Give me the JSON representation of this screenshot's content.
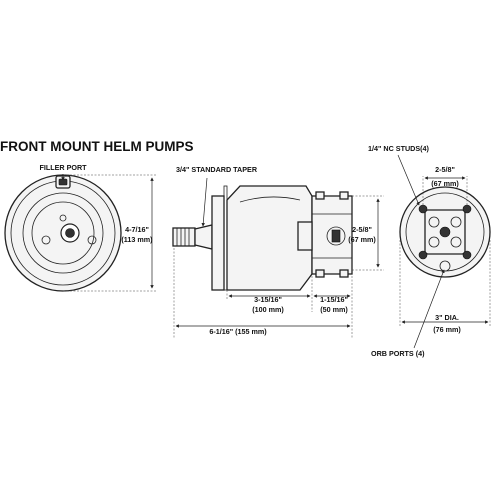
{
  "title": "FRONT MOUNT HELM PUMPS",
  "front_view": {
    "filler_port_label": "FILLER PORT",
    "height_imperial": "4-7/16\"",
    "height_metric": "(113 mm)"
  },
  "side_view": {
    "taper_label": "3/4\" STANDARD TAPER",
    "rear_height_imperial": "2-5/8\"",
    "rear_height_metric": "(67 mm)",
    "body_length_imperial": "3-15/16\"",
    "body_length_metric": "(100 mm)",
    "rear_length_imperial": "1-15/16\"",
    "rear_length_metric": "(50 mm)",
    "total_length_imperial": "6-1/16\" (155 mm)"
  },
  "rear_view": {
    "studs_label": "1/4\" NC STUDS(4)",
    "width_imperial": "2-5/8\"",
    "width_metric": "(67 mm)",
    "diameter_imperial": "3\" DIA.",
    "diameter_metric": "(76 mm)",
    "ports_label": "ORB PORTS (4)"
  },
  "colors": {
    "line": "#222222",
    "fill": "#f4f4f4",
    "dark": "#333333"
  }
}
